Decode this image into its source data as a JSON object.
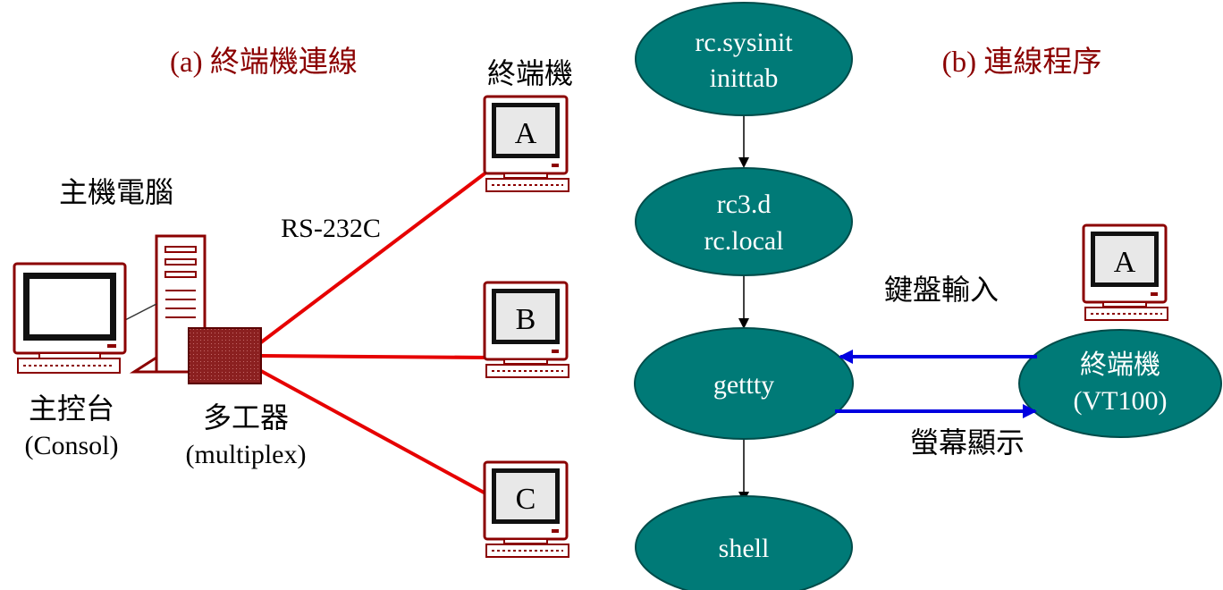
{
  "panel_a": {
    "title": "(a) 終端機連線",
    "host_label": "主機電腦",
    "terminals_label": "終端機",
    "cable_label": "RS-232C",
    "console_label_1": "主控台",
    "console_label_2": "(Consol)",
    "mux_label_1": "多工器",
    "mux_label_2": "(multiplex)",
    "terminal_letters": [
      "A",
      "B",
      "C"
    ]
  },
  "panel_b": {
    "title": "(b) 連線程序",
    "nodes": [
      {
        "line1": "rc.sysinit",
        "line2": "inittab"
      },
      {
        "line1": "rc3.d",
        "line2": "rc.local"
      },
      {
        "line1": "gettty",
        "line2": ""
      },
      {
        "line1": "shell",
        "line2": ""
      }
    ],
    "terminal_node": {
      "line1": "終端機",
      "line2": "(VT100)"
    },
    "terminal_letter": "A",
    "input_label": "鍵盤輸入",
    "display_label": "螢幕顯示"
  },
  "colors": {
    "title": "#8b0000",
    "node_fill": "#007a77",
    "node_stroke": "#004c4a",
    "cable": "#e60000",
    "flow_arrow": "#0000e0",
    "computer_outline": "#8b0000",
    "mux_fill": "#8b2020"
  }
}
